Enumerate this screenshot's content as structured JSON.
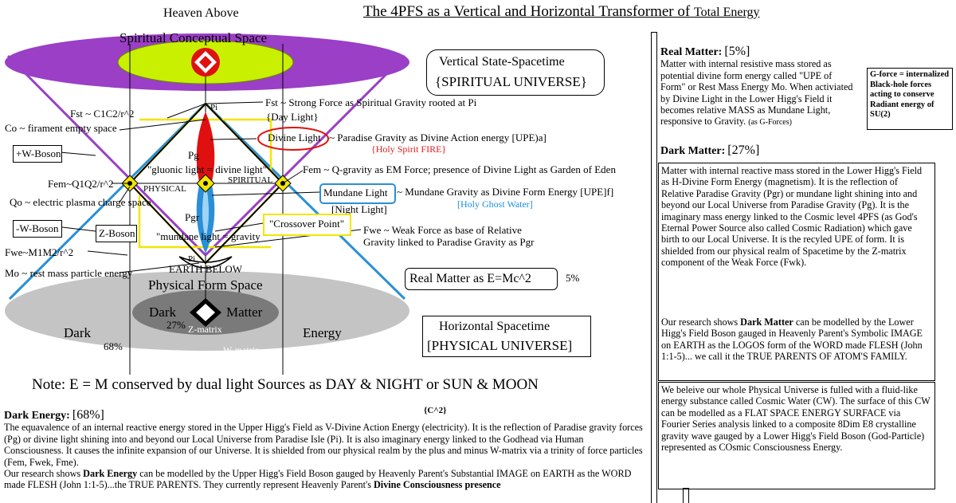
{
  "title": "The 4PFS as a Vertical and Horizontal Transformer of",
  "title_tail": "Total Energy",
  "labels": {
    "heaven": "Heaven Above",
    "spiritual_space": "Spiritual Conceptual Space",
    "vertical_state_1": "Vertical State-Spacetime",
    "vertical_state_2": "{SPIRITUAL UNIVERSE}",
    "fst_formula": "Fst ~ C1C2/r^2",
    "fst_desc": "Fst ~ Strong Force as Spiritual Gravity rooted at Pi",
    "pi_top": "Pi",
    "co": "Co ~ firament empty space",
    "day_light": "{Day Light}",
    "divine_light": "Divine Light",
    "divine_light_desc": "~ Paradise Gravity as Divine Action energy [UPE)a]",
    "holy_spirit": "{Holy Spirit FIRE}",
    "w_plus": "+W-Boson",
    "pg": "Pg",
    "gluonic": "\"gluonic light = divine light\"",
    "fem_formula": "Fem~Q1Q2/r^2",
    "physical": "PHYSICAL",
    "spiritual": "SPIRITUAL",
    "fem_desc": "Fem ~ Q-gravity as EM Force; presence of Divine Light as Garden of Eden",
    "qo": "Qo  ~ electric plasma charge space",
    "mundane_light": "Mundane Light",
    "mundane_desc": "~ Mundane Gravity as Divine Form Energy [UPE]f]",
    "night_light": "[Night Light]",
    "holy_ghost": "[Holy Ghost Water]",
    "pgr": "Pgr",
    "crossover": "\"Crossover Point\"",
    "w_minus": "-W-Boson",
    "z_boson": "Z-Boson",
    "mundane_gravity": "\"mundane light = gravity",
    "fwe_desc_1": "Fwe ~ Weak Force as base of Relative",
    "fwe_desc_2": "Gravity linked to Paradise Gravity as Pgr",
    "fwe_formula": "Fwe~M1M2/r^2",
    "pi_bottom": "Pi",
    "earth_below": "EARTH BELOW",
    "mo": "Mo  ~ rest mass particle energy",
    "physical_form": "Physical Form Space",
    "real_matter_box": "Real Matter as E=Mc^2",
    "real_pct": "5%",
    "dark_word": "Dark",
    "matter_word": "Matter",
    "dark_left": "Dark",
    "energy_right": "Energy",
    "pct27": "27%",
    "zmatrix": "Z-matrix",
    "pct68": "68%",
    "wmatrix": "W-matrix",
    "horizontal_1": "Horizontal Spacetime",
    "horizontal_2": "[PHYSICAL UNIVERSE]",
    "note_prefix": "Note: E = M conserved by dual light Sources as ",
    "note_day_night": "DAY & NIGHT",
    "note_suffix": " or SUN & MOON",
    "c2": "{C^2}"
  },
  "dark_energy": {
    "heading": "Dark Energy:",
    "pct": "[68%]",
    "p1": "The equavalence of an internal reactive energy stored in the Upper Higg's Field as V-Divine Action Energy (electricity). It is the reflection of Paradise gravity forces (Pg) or divine light shining into and beyond our Local Universe from Paradise Isle (Pi). It is also imaginary energy linked to the Godhead via Human Consciousness. It causes the infinite expansion of our Universe. It is shielded from our physical realm by the plus and minus W-matrix via a trinity of force particles (Fem, Fwek, Fme).",
    "p2_a": "Our research shows ",
    "p2_b": "Dark Energy",
    "p2_c": " can be modelled by the Upper Higg's Field Boson gauged by Heavenly Parent's Substantial IMAGE on EARTH as the WORD made FLESH (John 1:1-5)...the TRUE PARENTS. They currently represent Heavenly Parent's ",
    "p2_d": "Divine Consciousness presence"
  },
  "real_matter": {
    "heading": "Real Matter:",
    "pct": "[5%]",
    "text": "Matter with internal resistive mass stored as potential divine form energy called \"UPE of Form\" or Rest Mass Energy Mo. When activiated by Divine Light in the Lower Higg's Field it becomes relative MASS as Mundane Light, responsive to Gravity.",
    "text_small": "(as G-Forces)"
  },
  "gforce": {
    "text": "G-force = internalized Black-hole forces acting to conserve Radiant energy of SU(2)"
  },
  "dark_matter": {
    "heading": "Dark Matter:",
    "pct": "[27%]",
    "p1": "Matter with internal reactive mass stored in the Lower Higg's Field as H-Divine Form Energy (magnetism). It is the reflection of Relative Paradise Gravity (Pgr) or mundane light shining into and beyond our Local Universe from Paradise Gravity (Pg). It is the imaginary mass energy linked to the Cosmic level 4PFS (as God's Eternal Power Source also called  Cosmic Radiation) which gave birth to our Local Universe. It is the recyled UPE of form. It is shielded from our physical realm of Spacetime by the Z-matrix component of the Weak Force (Fwk).",
    "p2_a": "Our research shows ",
    "p2_b": "Dark Matter",
    "p2_c": " can be modelled by the Lower Higg's Field Boson gauged in Heavenly Parent's Symbolic IMAGE on EARTH as the LOGOS form of the WORD made FLESH (John 1:1-5)... we call it the TRUE PARENTS OF ATOM'S FAMILY."
  },
  "cosmic_water": {
    "text": "We beleive our whole Physical Universe is fulled with a fluid-like energy substance called Cosmic Water (CW). The surface of this CW can be modelled as a FLAT SPACE ENERGY SURFACE via Fourier Series analysis linked to a composite  8Dim E8 crystalline gravity wave gauged by a Lower Higg's Field Boson (God-Particle) represented as COsmic Consciousness Energy."
  },
  "colors": {
    "purple": "#9a3fc6",
    "lime": "#c8f000",
    "red": "#e01010",
    "yellow": "#f2e600",
    "blue": "#2a8fd6",
    "grey_outer": "#c4c4c4",
    "grey_inner": "#7a7a7a",
    "holy_spirit_red": "#e02020",
    "holy_ghost_blue": "#1c8fe0"
  }
}
